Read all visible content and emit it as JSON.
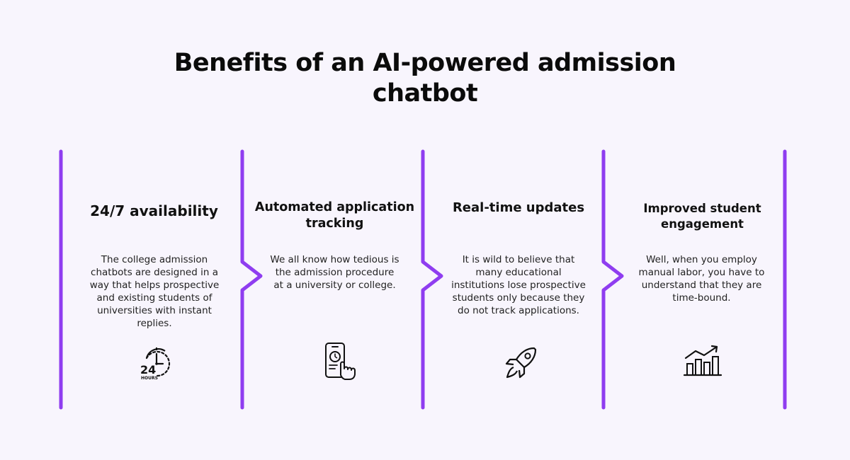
{
  "title": "Benefits of an AI-powered admission chatbot",
  "accent_color": "#8f3df0",
  "cards": [
    {
      "heading": "24/7 availability",
      "text": "The college admission chatbots are designed in a way that helps prospective and existing students of universities with instant replies.",
      "icon": "clock-24-hours-icon",
      "icon_labels": {
        "number": "24",
        "caption": "HOURS"
      }
    },
    {
      "heading": "Automated application tracking",
      "text": "We all know how tedious is the admission procedure at a university or college.",
      "icon": "phone-tap-icon"
    },
    {
      "heading": "Real-time updates",
      "text": "It is wild to believe that many educational institutions lose prospective students only because they do not track applications.",
      "icon": "rocket-icon"
    },
    {
      "heading": "Improved student engagement",
      "text": "Well, when you employ manual labor, you have to understand that they are time-bound.",
      "icon": "growth-chart-icon"
    }
  ]
}
